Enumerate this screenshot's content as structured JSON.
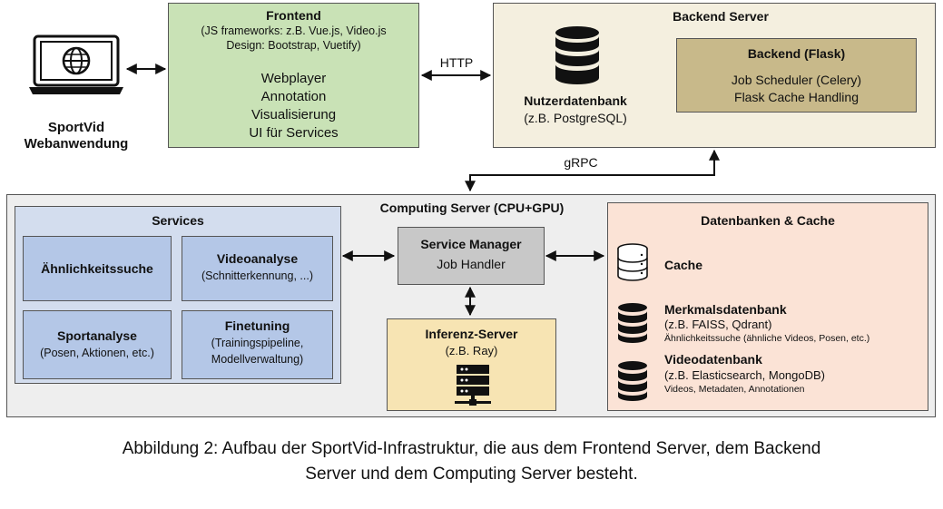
{
  "client": {
    "label_line1": "SportVid",
    "label_line2": "Webanwendung",
    "icon": "laptop-globe-icon"
  },
  "frontend": {
    "title": "Frontend",
    "sub1": "(JS frameworks: z.B. Vue.js, Video.js",
    "sub2": "Design: Bootstrap, Vuetify)",
    "items": [
      "Webplayer",
      "Annotation",
      "Visualisierung",
      "UI für Services"
    ],
    "color": "#c9e2b6"
  },
  "conn_http": "HTTP",
  "backend_server": {
    "title": "Backend Server",
    "db_title": "Nutzerdatenbank",
    "db_sub": "(z.B. PostgreSQL)",
    "color": "#f4efdf"
  },
  "backend_flask": {
    "title": "Backend (Flask)",
    "line1": "Job Scheduler  (Celery)",
    "line2": "Flask Cache Handling",
    "color": "#c8b98a"
  },
  "conn_grpc": "gRPC",
  "computing": {
    "title": "Computing Server (CPU+GPU)",
    "color": "#eeeeee"
  },
  "services": {
    "title": "Services",
    "color": "#d3ddee",
    "card_color": "#b4c7e7",
    "aehnlichkeit": "Ähnlichkeitssuche",
    "videoanalyse_title": "Videoanalyse",
    "videoanalyse_sub": "(Schnitterkennung, ...)",
    "sportanalyse_title": "Sportanalyse",
    "sportanalyse_sub": "(Posen, Aktionen, etc.)",
    "finetuning_title": "Finetuning",
    "finetuning_sub1": "(Trainingspipeline,",
    "finetuning_sub2": "Modellverwaltung)"
  },
  "service_manager": {
    "title": "Service Manager",
    "sub": "Job Handler",
    "color": "#c8c8c8"
  },
  "inferenz": {
    "title": "Inferenz-Server",
    "sub": "(z.B. Ray)",
    "color": "#f7e4b3",
    "icon": "server-icon"
  },
  "datenbanken": {
    "title": "Datenbanken & Cache",
    "color": "#fbe3d6",
    "cache_title": "Cache",
    "merkmal_title": "Merkmalsdatenbank",
    "merkmal_sub": "(z.B. FAISS, Qdrant)",
    "merkmal_desc": "Ähnlichkeitssuche (ähnliche Videos, Posen, etc.)",
    "video_title": "Videodatenbank",
    "video_sub": "(z.B. Elasticsearch, MongoDB)",
    "video_desc": "Videos, Metadaten, Annotationen"
  },
  "caption": {
    "line1": "Abbildung 2: Aufbau der SportVid-Infrastruktur, die aus dem Frontend Server, dem Backend",
    "line2": "Server und dem Computing Server besteht."
  }
}
